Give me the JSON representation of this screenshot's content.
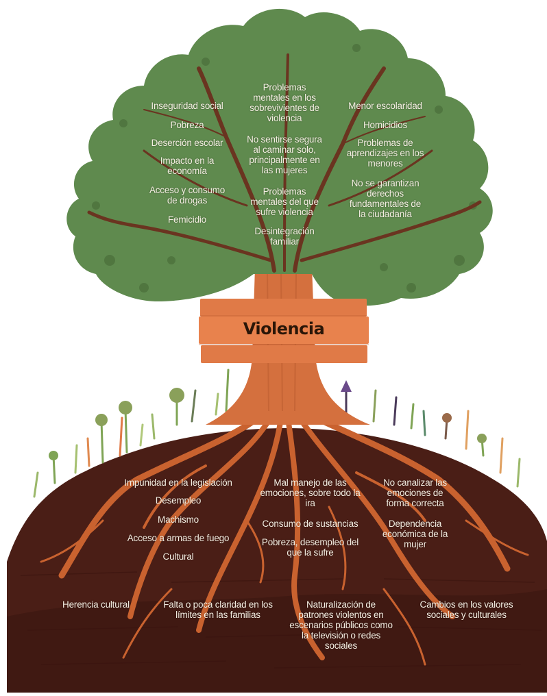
{
  "sign": {
    "title": "Violencia"
  },
  "consequences": {
    "left": [
      "Inseguridad social",
      "Pobreza",
      "Deserción escolar",
      "Impacto en la\neconomía",
      "Acceso y consumo\nde drogas",
      "Femicidio"
    ],
    "center": [
      "Problemas\nmentales en los\nsobrevivientes de\nviolencia",
      "No sentirse segura\nal caminar solo,\nprincipalmente en\nlas mujeres",
      "Problemas\nmentales del que\nsufre violencia",
      "Desintegración\nfamiliar"
    ],
    "right": [
      "Menor escolaridad",
      "Homicidios",
      "Problemas de\naprendizajes en los\nmenores",
      "No se garantizan\nderechos\nfundamentales de\nla ciudadanía"
    ]
  },
  "causes": {
    "left": [
      "Impunidad en la legislación",
      "Desempleo",
      "Machismo",
      "Acceso a armas de fuego",
      "Cultural"
    ],
    "center": [
      "Mal manejo de las\nemociones, sobre todo la\nira",
      "Consumo de sustancias",
      "Pobreza, desempleo del\nque la sufre"
    ],
    "right": [
      "No canalizar las\nemociones de\nforma correcta",
      "Dependencia\neconómica de la\nmujer"
    ],
    "bottom": [
      "Herencia cultural",
      "Falta o poca claridad en los\nlímites en las familias",
      "Naturalización de\npatrones violentos en\nescenarios públicos como\nla televisión o redes\nsociales",
      "Cambios en los valores\nsociales y culturales"
    ]
  },
  "colors": {
    "foliage": "#5f8a4e",
    "foliage_dark": "#4a6e3a",
    "trunk": "#d4703e",
    "sign": "#e07a47",
    "soil": "#4a1e16",
    "soil_dark": "#3a1510",
    "text": "#f4eee2"
  }
}
